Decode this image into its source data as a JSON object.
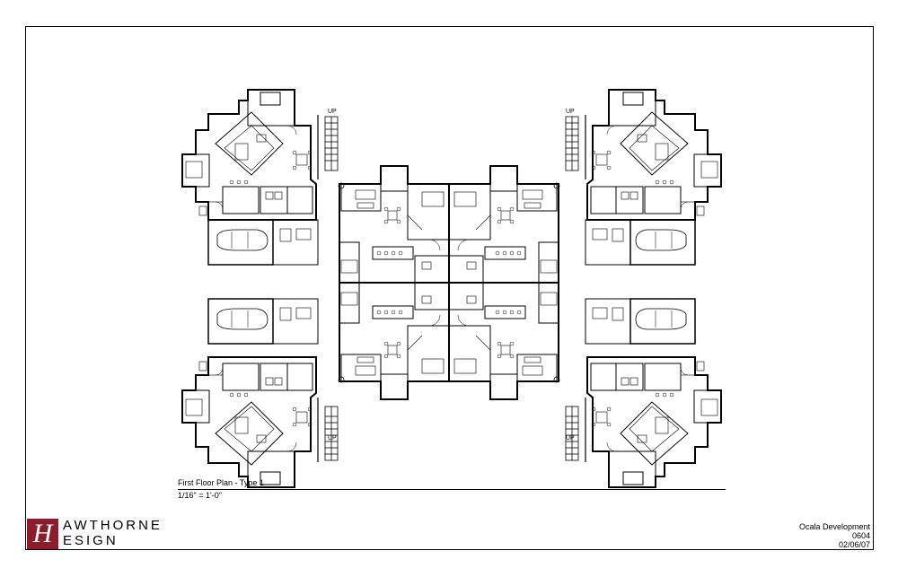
{
  "drawing": {
    "caption_title": "First Floor Plan - Type 1",
    "caption_scale": "1/16\" = 1'-0\"",
    "stair_label": "UP"
  },
  "titleblock": {
    "brand_line1": "AWTHORNE",
    "brand_line2": "ESIGN",
    "logo_letter": "H",
    "logo_color": "#8c1d2c",
    "project": "Ocala Development",
    "number": "0604",
    "date": "02/06/07"
  }
}
